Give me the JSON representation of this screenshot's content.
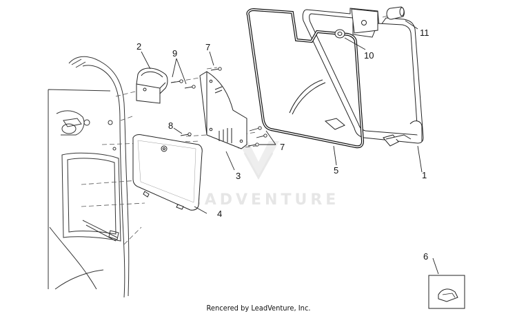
{
  "watermark": "LEADVENTURE",
  "footer": "Rencered by LeadVenture, Inc.",
  "callouts": [
    "1",
    "2",
    "3",
    "4",
    "5",
    "6",
    "7",
    "7",
    "8",
    "9",
    "10",
    "11"
  ]
}
